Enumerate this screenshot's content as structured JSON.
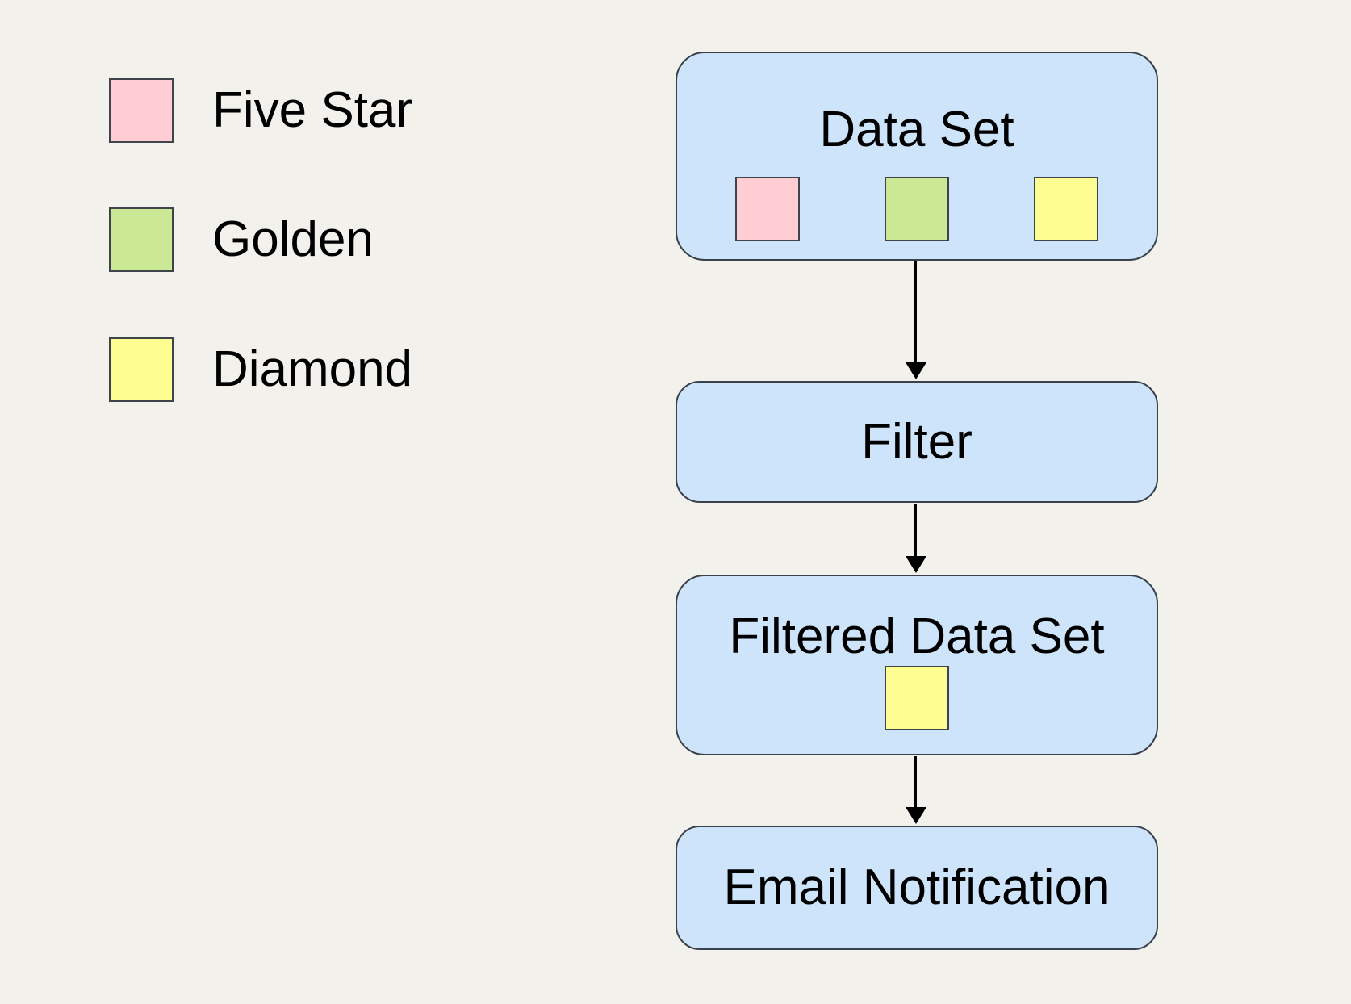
{
  "background_color": "#f2f1ec",
  "legend": {
    "items": [
      {
        "id": "five-star",
        "label": "Five Star",
        "color": "#ffcdd3"
      },
      {
        "id": "golden",
        "label": "Golden",
        "color": "#cbe894"
      },
      {
        "id": "diamond",
        "label": "Diamond",
        "color": "#fdfd91"
      }
    ]
  },
  "flowchart": {
    "node_fill": "#cde4fb",
    "node_border": "#3b414b",
    "arrow_color": "#000000",
    "nodes": [
      {
        "id": "data-set",
        "label": "Data Set",
        "swatches": [
          "#ffcdd3",
          "#cbe894",
          "#fdfd91"
        ]
      },
      {
        "id": "filter",
        "label": "Filter",
        "swatches": []
      },
      {
        "id": "filtered-data-set",
        "label": "Filtered Data Set",
        "swatches": [
          "#fdfd91"
        ]
      },
      {
        "id": "email-notification",
        "label": "Email Notification",
        "swatches": []
      }
    ],
    "edges": [
      {
        "from": "data-set",
        "to": "filter"
      },
      {
        "from": "filter",
        "to": "filtered-data-set"
      },
      {
        "from": "filtered-data-set",
        "to": "email-notification"
      }
    ]
  }
}
